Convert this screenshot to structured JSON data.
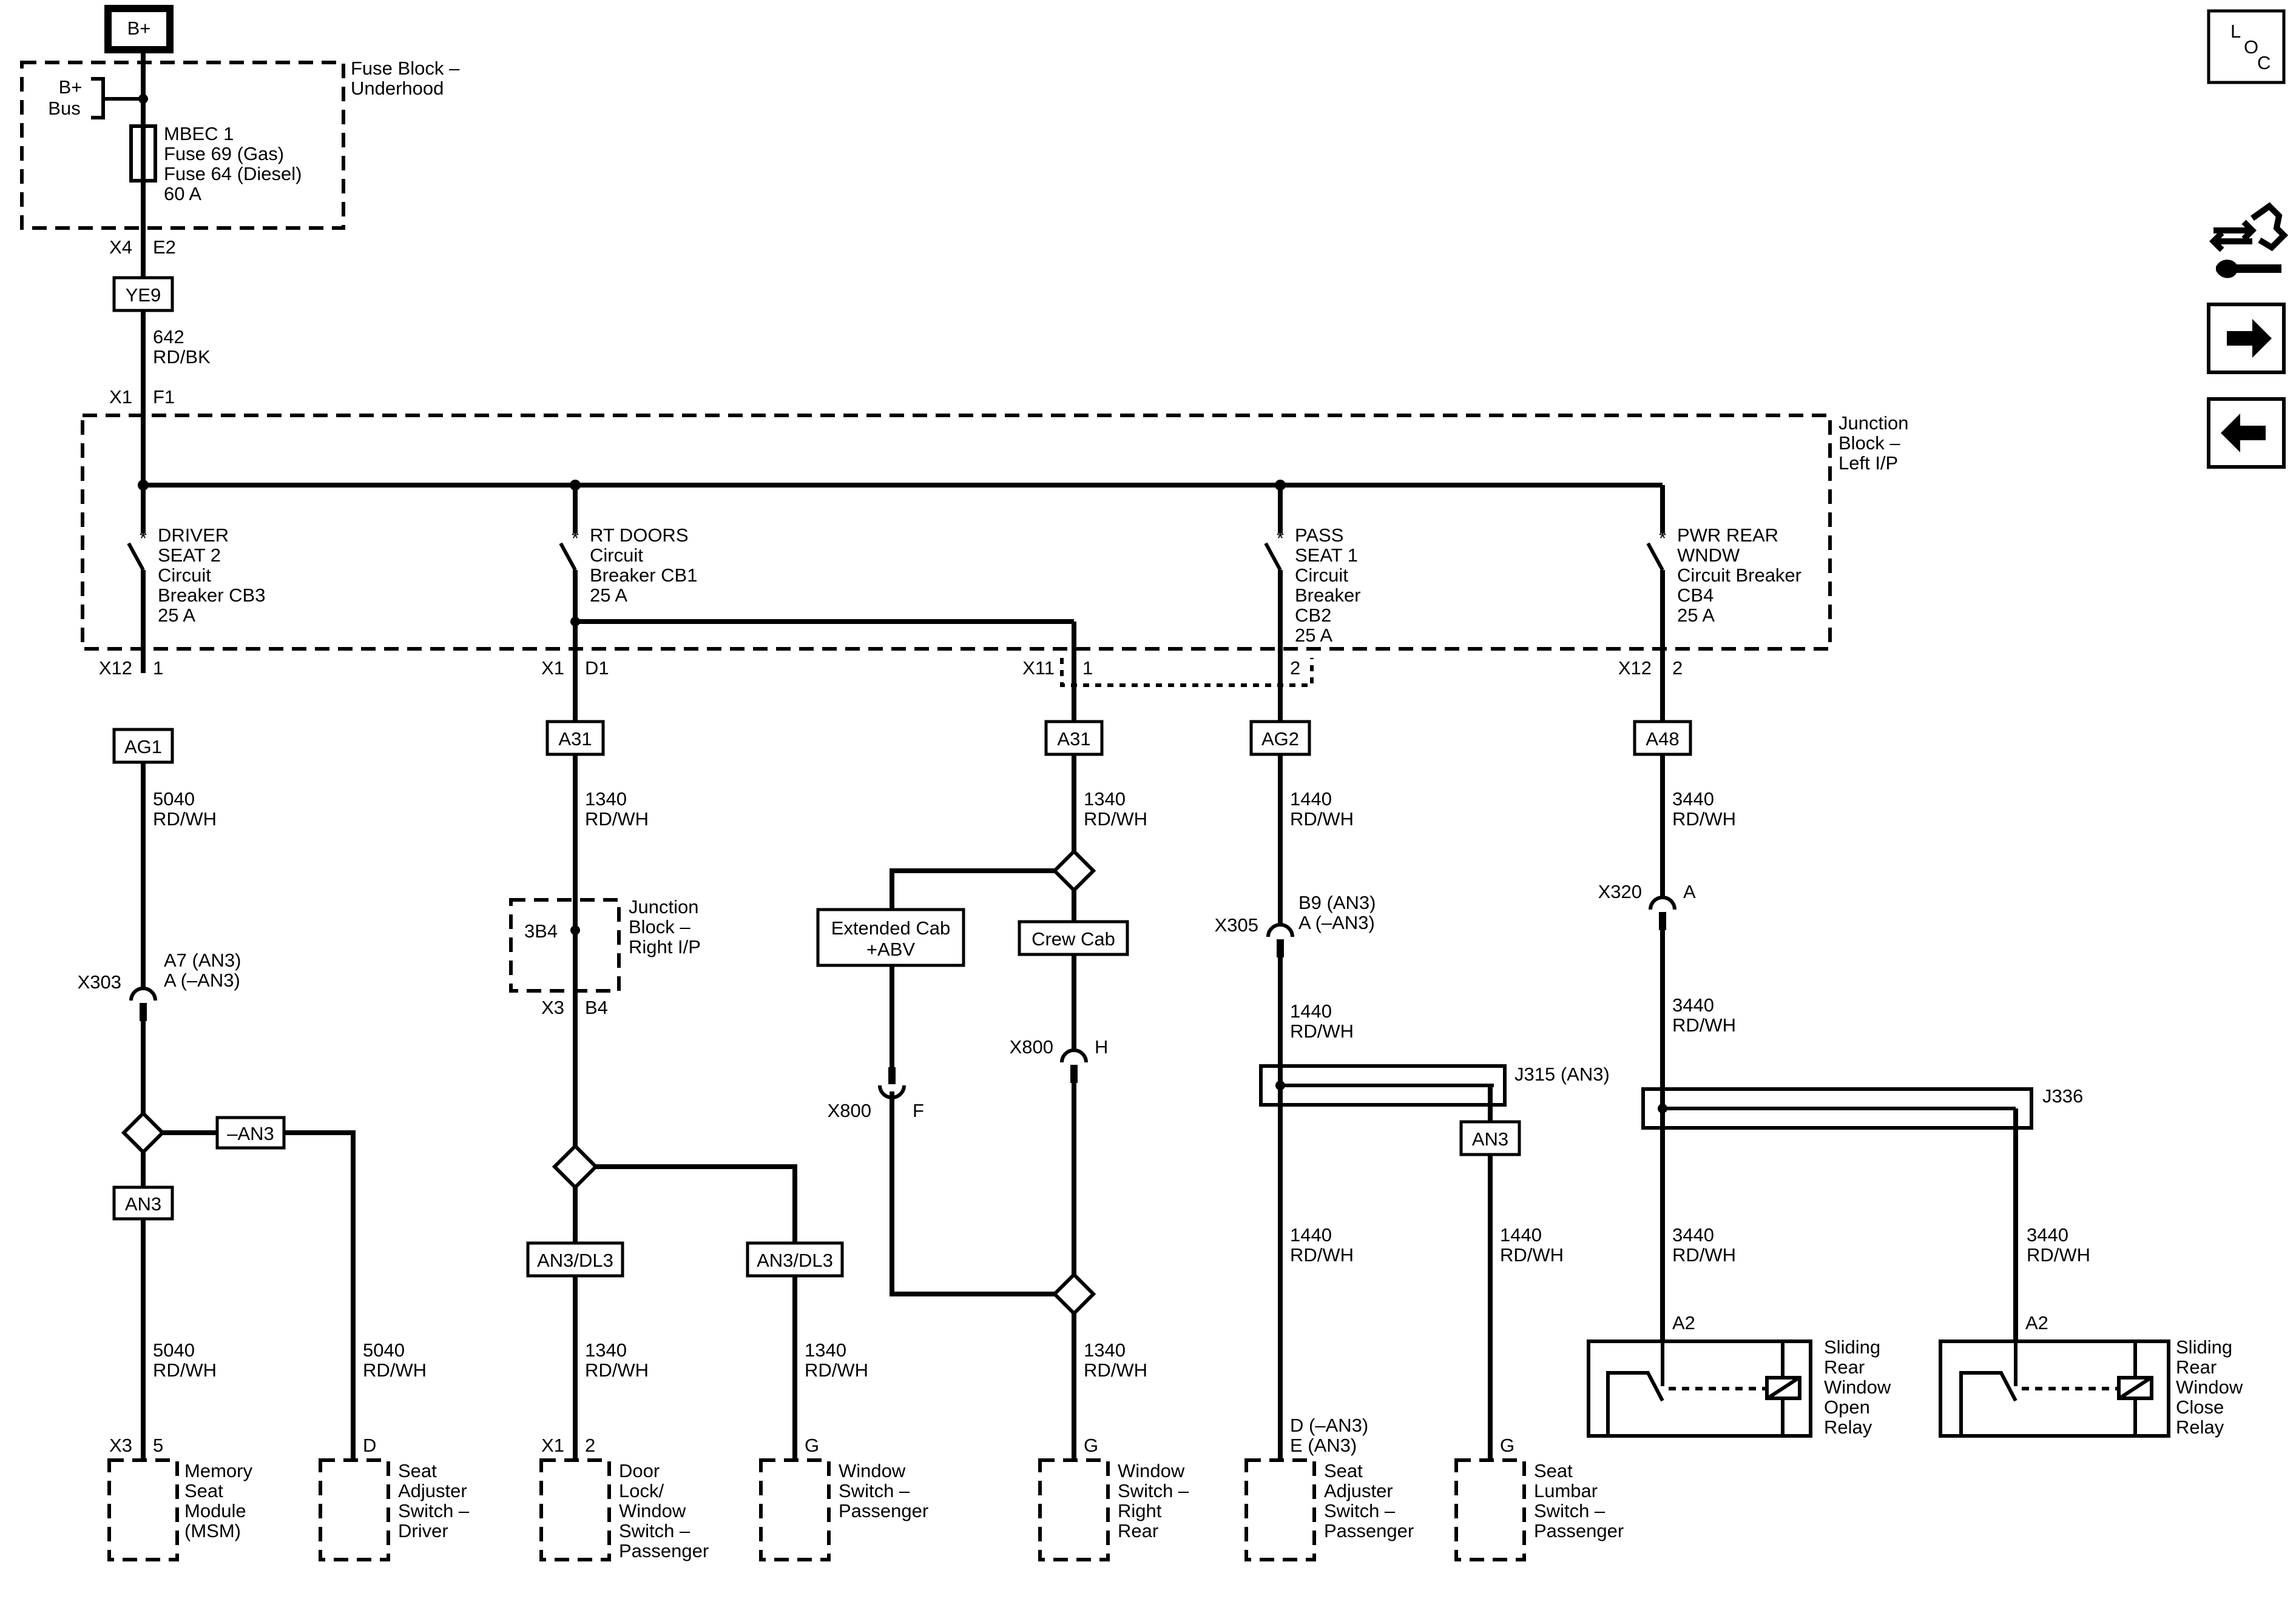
{
  "supply": {
    "label": "B+"
  },
  "fuse_block": {
    "title": [
      "Fuse Block –",
      "Underhood"
    ],
    "bus": [
      "B+",
      "Bus"
    ],
    "fuse": [
      "MBEC 1",
      "Fuse 69 (Gas)",
      "Fuse 64 (Diesel)",
      "60 A"
    ],
    "conn_left": "X4",
    "conn_right": "E2"
  },
  "feed": {
    "harness": "YE9",
    "wire": [
      "642",
      "RD/BK"
    ],
    "conn_left": "X1",
    "conn_right": "F1"
  },
  "junction_left": {
    "title": [
      "Junction",
      "Block –",
      "Left I/P"
    ]
  },
  "breakers": [
    {
      "label": [
        "DRIVER",
        "SEAT 2",
        "Circuit",
        "Breaker CB3",
        "25 A"
      ],
      "conn": "X12",
      "pin": "1"
    },
    {
      "label": [
        "RT DOORS",
        "Circuit",
        "Breaker CB1",
        "25 A"
      ],
      "conn": "X1",
      "pin": "D1"
    },
    {
      "label": [
        "PASS",
        "SEAT 1",
        "Circuit",
        "Breaker",
        "CB2",
        "25 A"
      ],
      "conn": "",
      "pin": "2"
    },
    {
      "label": [
        "PWR REAR",
        "WNDW",
        "Circuit Breaker",
        "CB4",
        "25 A"
      ],
      "conn": "X12",
      "pin": "2"
    }
  ],
  "x11": {
    "conn": "X11",
    "pin": "1"
  },
  "harness": [
    "AG1",
    "A31",
    "A31",
    "AG2",
    "A48"
  ],
  "wires": {
    "c1a": [
      "5040",
      "RD/WH"
    ],
    "c2a": [
      "1340",
      "RD/WH"
    ],
    "c3a": [
      "1340",
      "RD/WH"
    ],
    "c4a": [
      "1440",
      "RD/WH"
    ],
    "c5a": [
      "3440",
      "RD/WH"
    ],
    "c4b": [
      "1440",
      "RD/WH"
    ],
    "c5b": [
      "3440",
      "RD/WH"
    ],
    "c1b": [
      "5040",
      "RD/WH"
    ],
    "c1c": [
      "5040",
      "RD/WH"
    ],
    "c2b": [
      "1340",
      "RD/WH"
    ],
    "c2c": [
      "1340",
      "RD/WH"
    ],
    "c3b": [
      "1340",
      "RD/WH"
    ],
    "c4c": [
      "1440",
      "RD/WH"
    ],
    "c4d": [
      "1440",
      "RD/WH"
    ],
    "c5c": [
      "3440",
      "RD/WH"
    ],
    "c5d": [
      "3440",
      "RD/WH"
    ]
  },
  "inline": {
    "x303": {
      "name": "X303",
      "pins": [
        "A7 (AN3)",
        "A (–AN3)"
      ]
    },
    "x305": {
      "name": "X305",
      "pins": [
        "B9 (AN3)",
        "A (–AN3)"
      ]
    },
    "x320": {
      "name": "X320",
      "pin": "A"
    },
    "x800f": {
      "name": "X800",
      "pin": "F"
    },
    "x800h": {
      "name": "X800",
      "pin": "H"
    }
  },
  "junction_right": {
    "label": "3B4",
    "title": [
      "Junction",
      "Block –",
      "Right I/P"
    ],
    "conn": "X3",
    "pin": "B4"
  },
  "options": {
    "an3": "AN3",
    "not_an3": "–AN3",
    "an3dl3_a": "AN3/DL3",
    "an3dl3_b": "AN3/DL3",
    "ext_cab": [
      "Extended Cab",
      "+ABV"
    ],
    "crew_cab": "Crew Cab",
    "an3_lumbar": "AN3"
  },
  "splices": {
    "j315": "J315 (AN3)",
    "j336": "J336"
  },
  "relays": [
    {
      "pin": "A2",
      "label": [
        "Sliding",
        "Rear",
        "Window",
        "Open",
        "Relay"
      ]
    },
    {
      "pin": "A2",
      "label": [
        "Sliding",
        "Rear",
        "Window",
        "Close",
        "Relay"
      ]
    }
  ],
  "components": [
    {
      "conn": "X3",
      "pin": "5",
      "label": [
        "Memory",
        "Seat",
        "Module",
        "(MSM)"
      ]
    },
    {
      "conn": "",
      "pin": "D",
      "label": [
        "Seat",
        "Adjuster",
        "Switch –",
        "Driver"
      ]
    },
    {
      "conn": "X1",
      "pin": "2",
      "label": [
        "Door",
        "Lock/",
        "Window",
        "Switch –",
        "Passenger"
      ]
    },
    {
      "conn": "",
      "pin": "G",
      "label": [
        "Window",
        "Switch –",
        "Passenger"
      ]
    },
    {
      "conn": "",
      "pin": "G",
      "label": [
        "Window",
        "Switch –",
        "Right",
        "Rear"
      ]
    },
    {
      "conn": "",
      "pin": [
        "D (–AN3)",
        "E (AN3)"
      ],
      "label": [
        "Seat",
        "Adjuster",
        "Switch –",
        "Passenger"
      ]
    },
    {
      "conn": "",
      "pin": "G",
      "label": [
        "Seat",
        "Lumbar",
        "Switch –",
        "Passenger"
      ]
    }
  ],
  "nav": {
    "loc": [
      "L",
      "O",
      "C"
    ],
    "service_icon": "service-tools-icon",
    "next_icon": "arrow-right-icon",
    "prev_icon": "arrow-left-icon"
  }
}
